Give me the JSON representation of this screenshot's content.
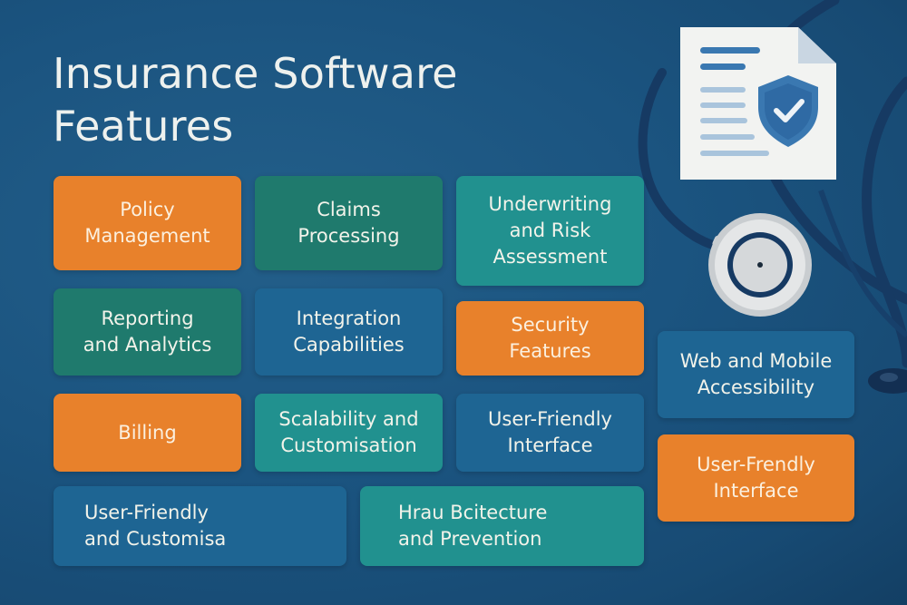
{
  "header": {
    "title_line1": "Insurance Software",
    "title_line2": "Features"
  },
  "colors": {
    "background": "#1b5480",
    "orange": "#e8812b",
    "green": "#1f7a6d",
    "teal": "#21918f",
    "blue": "#1e6593",
    "text": "#f2f3ea"
  },
  "tiles": [
    {
      "label": "Policy\nManagement",
      "color": "orange"
    },
    {
      "label": "Claims\nProcessing",
      "color": "green"
    },
    {
      "label": "Underwriting\nand Risk\nAssessment",
      "color": "teal"
    },
    {
      "label": "Reporting\nand Analytics",
      "color": "green"
    },
    {
      "label": "Integration\nCapabilities",
      "color": "blue"
    },
    {
      "label": "Security\nFeatures",
      "color": "orange"
    },
    {
      "label": "Web and Mobile\nAccessibility",
      "color": "blue"
    },
    {
      "label": "Billing",
      "color": "orange"
    },
    {
      "label": "Scalability and\nCustomisation",
      "color": "teal"
    },
    {
      "label": "User-Friendly\nInterface",
      "color": "blue"
    },
    {
      "label": "User-Frendly\nInterface",
      "color": "orange"
    },
    {
      "label": "User-Friendly\n      and Customisa",
      "color": "blue"
    },
    {
      "label": "Hrau Bcitecture\n    and Prevention",
      "color": "teal"
    }
  ],
  "illustration": {
    "document_icon": "document-with-shield-check",
    "stethoscope_icon": "stethoscope"
  }
}
